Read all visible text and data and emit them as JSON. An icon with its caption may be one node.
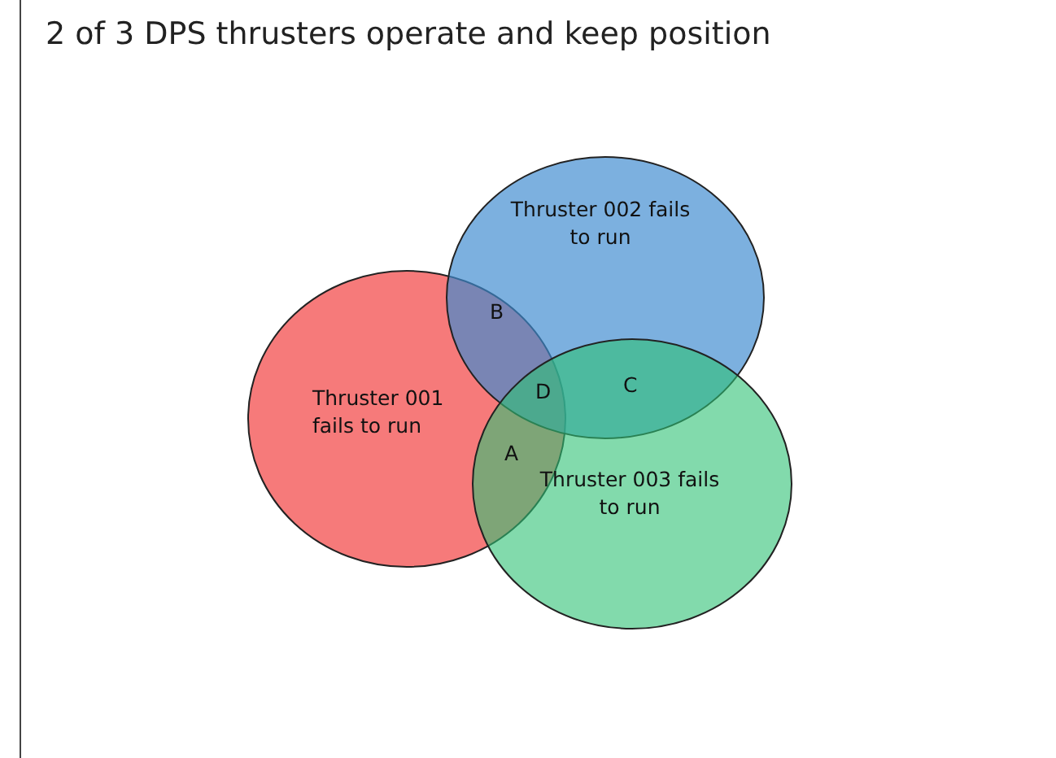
{
  "diagram": {
    "title": "2 of 3 DPS thrusters operate and keep position",
    "nodes": [
      {
        "text": [
          "Thruster 001 fails to run"
        ]
      },
      {
        "text": [
          "Thruster 002 fails to run"
        ]
      },
      {
        "text": [
          "Thruster 003 fails to run"
        ]
      }
    ],
    "labels": [
      "B",
      "D",
      "C",
      "A"
    ]
  }
}
